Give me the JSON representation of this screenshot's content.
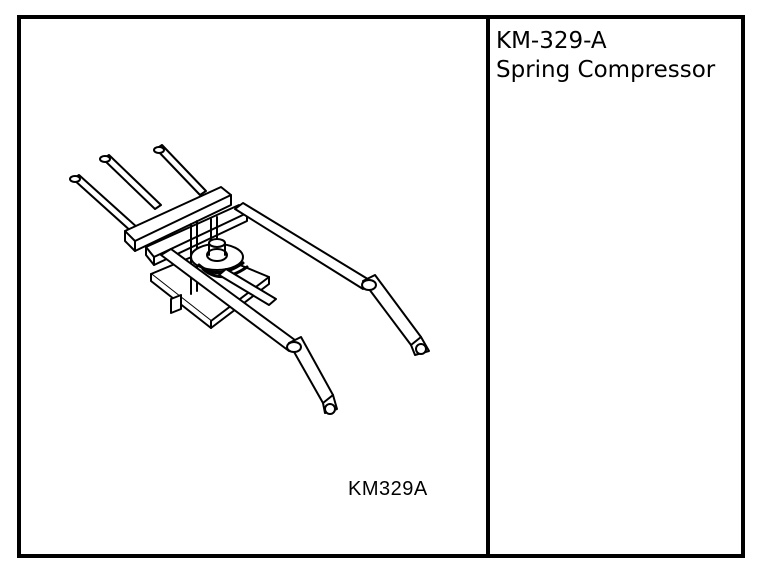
{
  "figure": {
    "code_label": "KM329A",
    "illustration_icon": "spring-compressor-illustration"
  },
  "tool": {
    "number": "KM-329-A",
    "name": "Spring Compressor"
  },
  "colors": {
    "ink": "#000000",
    "paper": "#ffffff"
  }
}
